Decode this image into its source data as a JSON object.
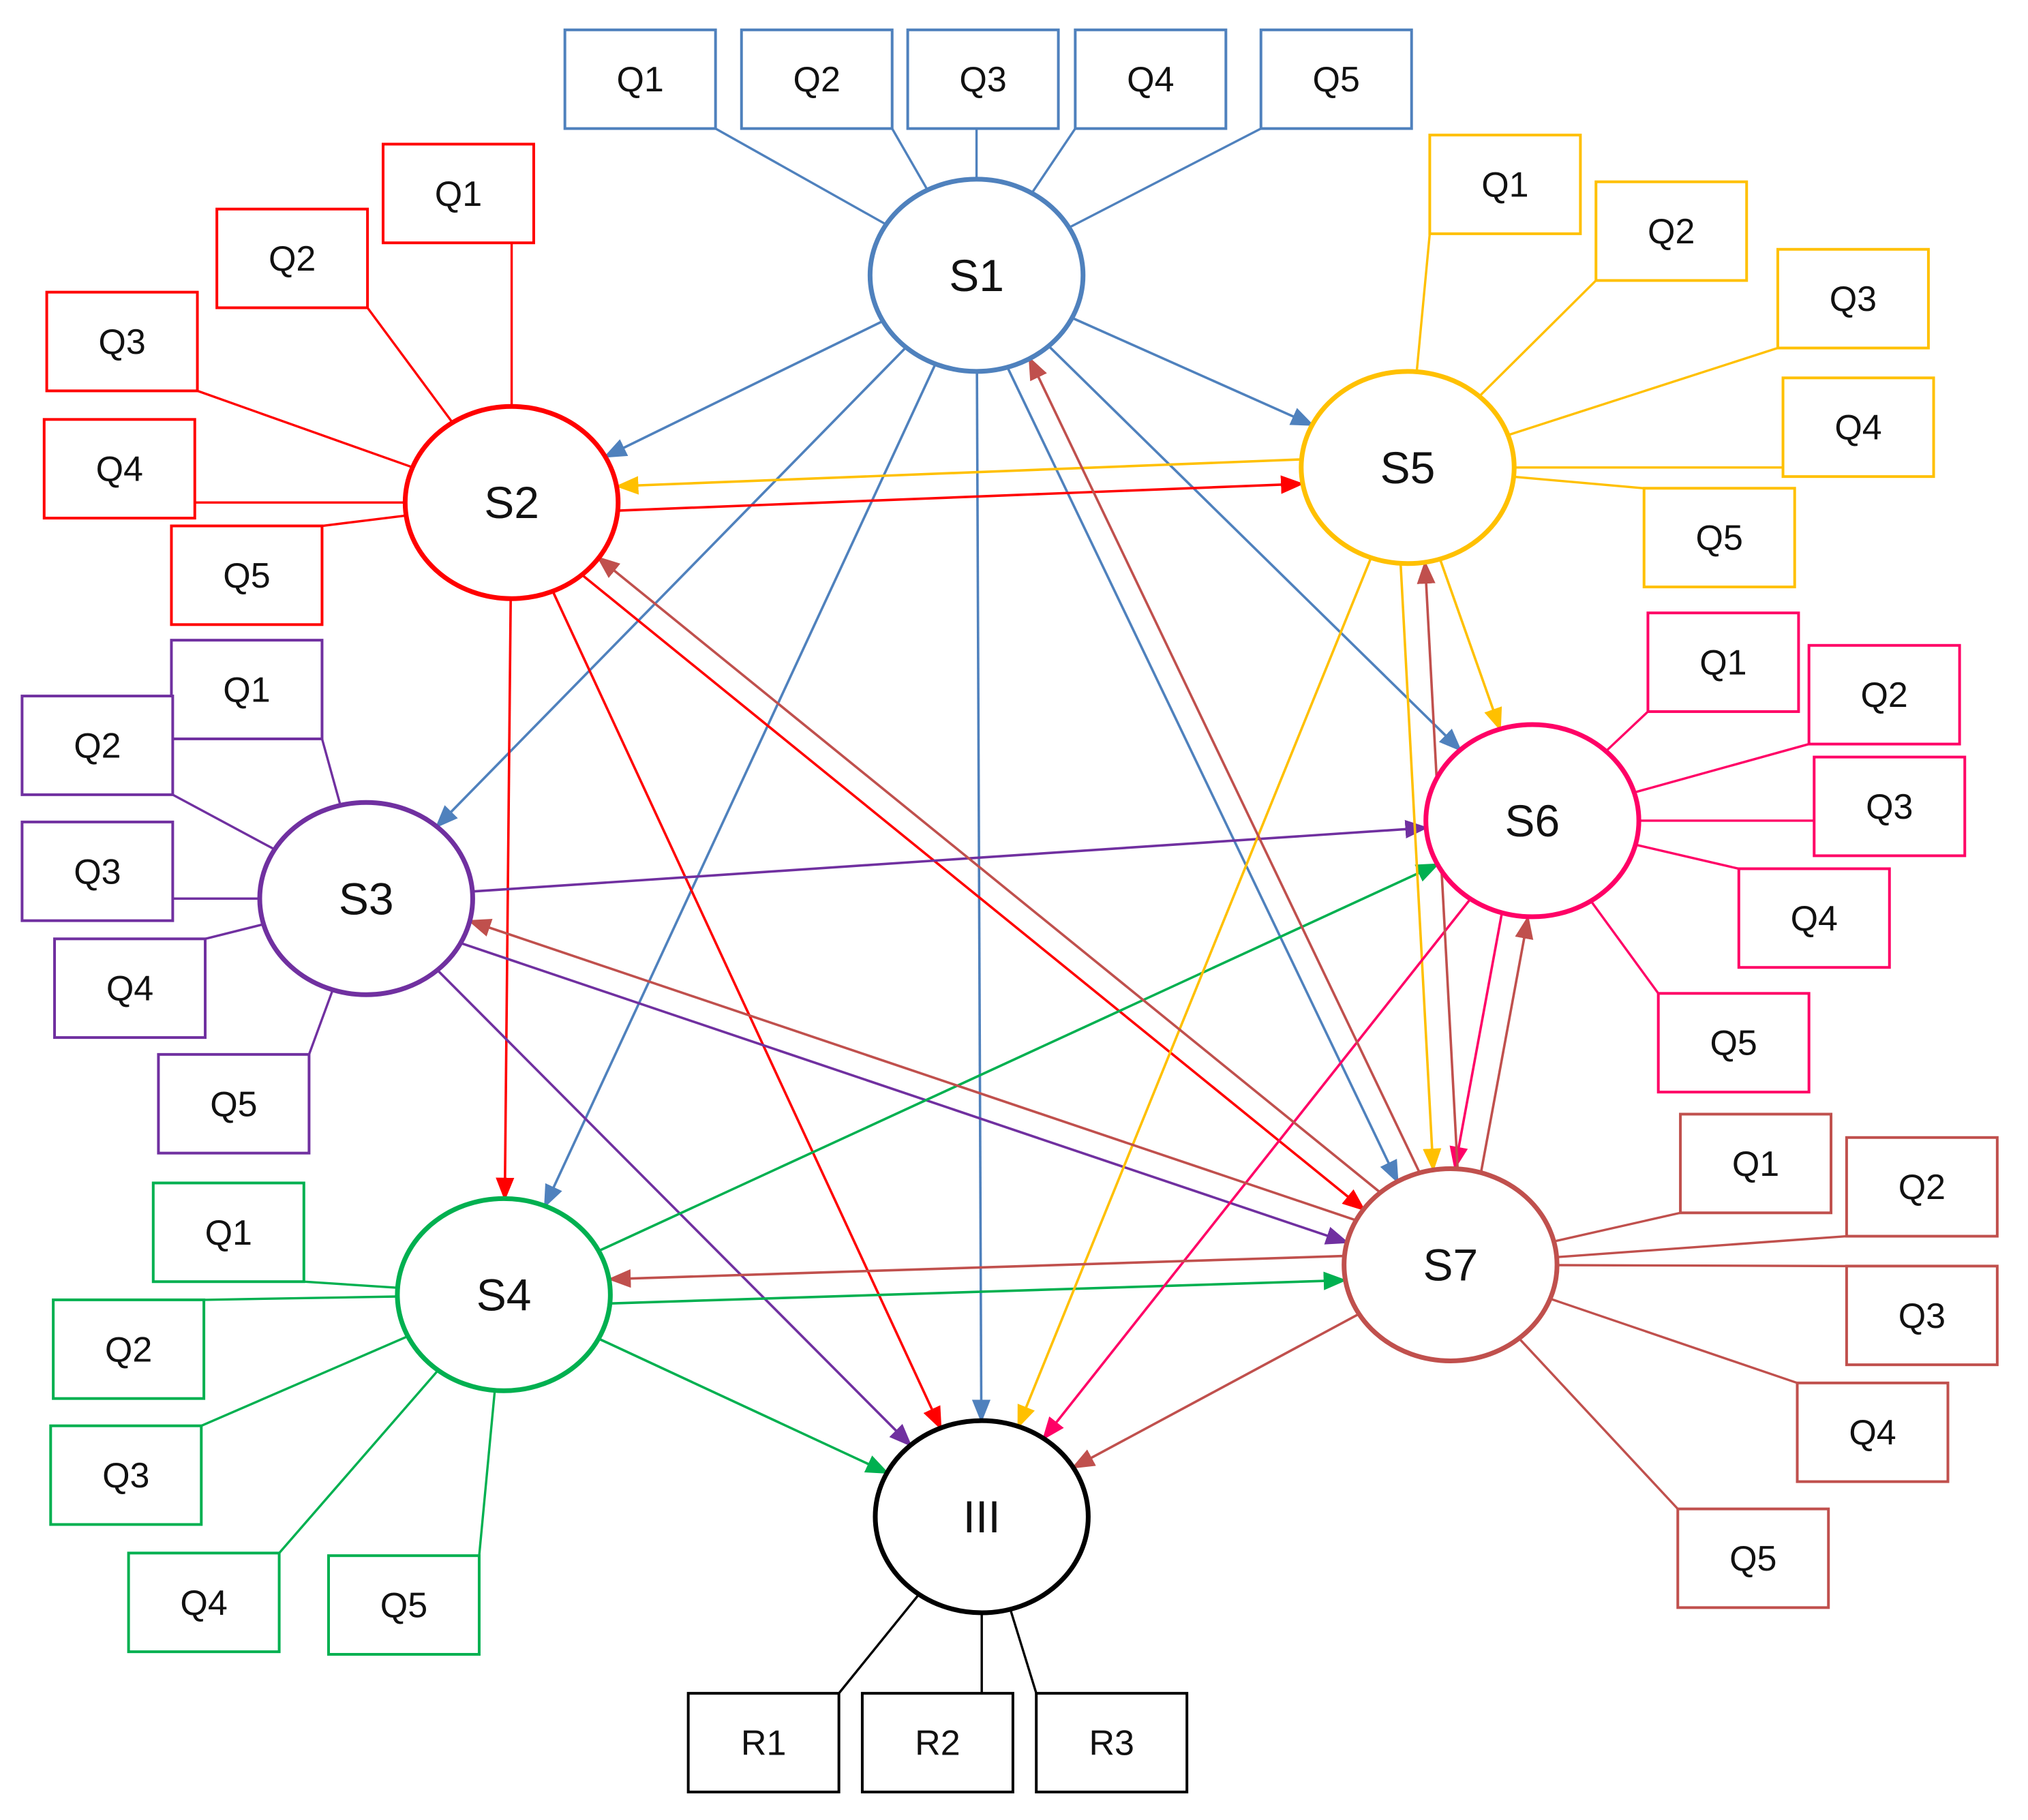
{
  "nodes": [
    {
      "id": "S1",
      "label": "S1",
      "color": "#4F81BD"
    },
    {
      "id": "S2",
      "label": "S2",
      "color": "#FF0000"
    },
    {
      "id": "S3",
      "label": "S3",
      "color": "#7030A0"
    },
    {
      "id": "S4",
      "label": "S4",
      "color": "#00B050"
    },
    {
      "id": "S5",
      "label": "S5",
      "color": "#FFC000"
    },
    {
      "id": "S6",
      "label": "S6",
      "color": "#FF0066"
    },
    {
      "id": "S7",
      "label": "S7",
      "color": "#C0504D"
    },
    {
      "id": "III",
      "label": "III",
      "color": "#000000"
    }
  ],
  "indicators": [
    {
      "node": "S1",
      "labels": [
        "Q1",
        "Q2",
        "Q3",
        "Q4",
        "Q5"
      ]
    },
    {
      "node": "S2",
      "labels": [
        "Q1",
        "Q2",
        "Q3",
        "Q4",
        "Q5"
      ]
    },
    {
      "node": "S3",
      "labels": [
        "Q1",
        "Q2",
        "Q3",
        "Q4",
        "Q5"
      ]
    },
    {
      "node": "S4",
      "labels": [
        "Q1",
        "Q2",
        "Q3",
        "Q4",
        "Q5"
      ]
    },
    {
      "node": "S5",
      "labels": [
        "Q1",
        "Q2",
        "Q3",
        "Q4",
        "Q5"
      ]
    },
    {
      "node": "S6",
      "labels": [
        "Q1",
        "Q2",
        "Q3",
        "Q4",
        "Q5"
      ]
    },
    {
      "node": "S7",
      "labels": [
        "Q1",
        "Q2",
        "Q3",
        "Q4",
        "Q5"
      ]
    },
    {
      "node": "III",
      "labels": [
        "R1",
        "R2",
        "R3"
      ]
    }
  ],
  "paths": [
    {
      "from": "S1",
      "to": "S2"
    },
    {
      "from": "S1",
      "to": "S3"
    },
    {
      "from": "S1",
      "to": "S4"
    },
    {
      "from": "S1",
      "to": "S5"
    },
    {
      "from": "S1",
      "to": "S6"
    },
    {
      "from": "S1",
      "to": "S7"
    },
    {
      "from": "S1",
      "to": "III"
    },
    {
      "from": "S2",
      "to": "S4"
    },
    {
      "from": "S2",
      "to": "S5"
    },
    {
      "from": "S2",
      "to": "S7"
    },
    {
      "from": "S2",
      "to": "III"
    },
    {
      "from": "S3",
      "to": "S6"
    },
    {
      "from": "S3",
      "to": "S7"
    },
    {
      "from": "S3",
      "to": "III"
    },
    {
      "from": "S4",
      "to": "S6"
    },
    {
      "from": "S4",
      "to": "S7"
    },
    {
      "from": "S4",
      "to": "III"
    },
    {
      "from": "S5",
      "to": "S2"
    },
    {
      "from": "S5",
      "to": "S6"
    },
    {
      "from": "S5",
      "to": "S7"
    },
    {
      "from": "S5",
      "to": "III"
    },
    {
      "from": "S6",
      "to": "S7"
    },
    {
      "from": "S6",
      "to": "III"
    },
    {
      "from": "S7",
      "to": "S1"
    },
    {
      "from": "S7",
      "to": "S2"
    },
    {
      "from": "S7",
      "to": "S3"
    },
    {
      "from": "S7",
      "to": "S4"
    },
    {
      "from": "S7",
      "to": "S5"
    },
    {
      "from": "S7",
      "to": "S6"
    },
    {
      "from": "S7",
      "to": "III"
    }
  ]
}
